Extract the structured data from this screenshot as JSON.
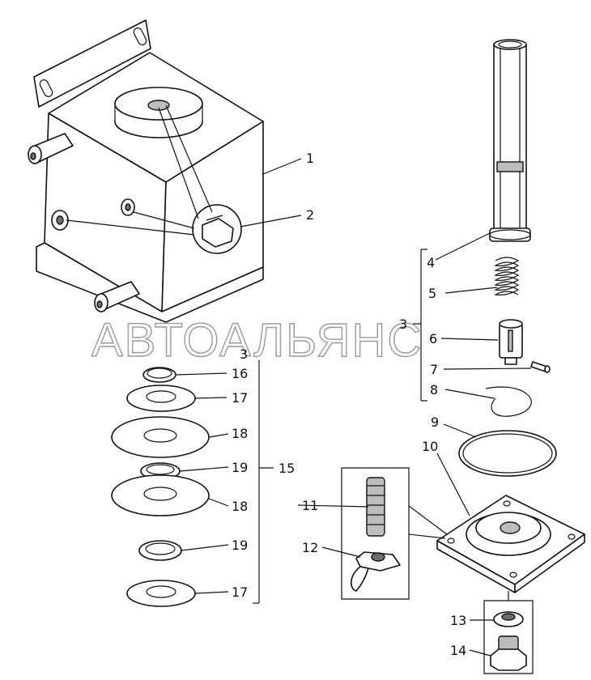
{
  "watermark": "АВТОАЛЬЯНС",
  "callouts": {
    "c1": "1",
    "c2": "2",
    "c3a": "3",
    "c3b": "3",
    "c4": "4",
    "c5": "5",
    "c6": "6",
    "c7": "7",
    "c8": "8",
    "c9": "9",
    "c10": "10",
    "c11": "11",
    "c12": "12",
    "c13": "13",
    "c14": "14",
    "c15": "15",
    "c16": "16",
    "c17a": "17",
    "c17b": "17",
    "c18a": "18",
    "c18b": "18",
    "c19a": "19",
    "c19b": "19"
  },
  "colors": {
    "line": "#111111",
    "shade": "#bdbdbd",
    "watermark": "#9a9a9a"
  }
}
